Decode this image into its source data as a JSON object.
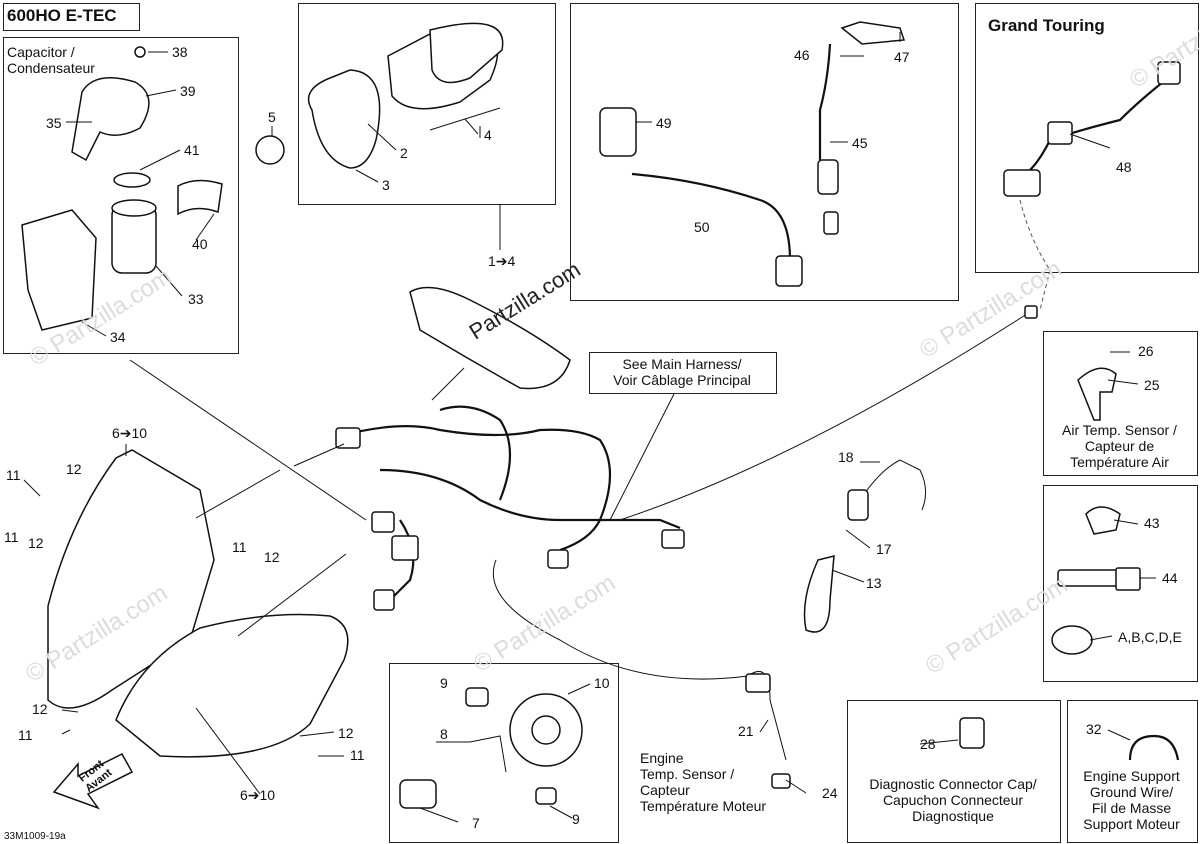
{
  "diagram_code": "600HO E-TEC",
  "footer_code": "33M1009-19a",
  "watermark": "© Partzilla.com",
  "brand": "Partzilla.com",
  "boxes": {
    "capacitor": {
      "title": "Capacitor /\nCondensateur"
    },
    "grand_touring": {
      "title": "Grand Touring"
    },
    "main_harness": {
      "text": "See Main Harness/\nVoir Câblage Principal"
    },
    "air_temp": {
      "text": "Air Temp. Sensor /\nCapteur de\nTempérature Air"
    },
    "diag_cap": {
      "text": "Diagnostic Connector Cap/\nCapuchon Connecteur\nDiagnostique"
    },
    "ground_wire": {
      "text": "Engine Support\nGround Wire/\nFil de Masse\nSupport Moteur"
    },
    "engine_temp": {
      "text": "Engine\nTemp. Sensor /\nCapteur\nTempérature Moteur"
    },
    "front": {
      "text": "Front\nAvant"
    }
  },
  "callouts": {
    "n38": "38",
    "n39": "39",
    "n35": "35",
    "n41": "41",
    "n40": "40",
    "n33": "33",
    "n34": "34",
    "n5": "5",
    "n2": "2",
    "n3": "3",
    "n4": "4",
    "n1to4": "1➔4",
    "n46": "46",
    "n47": "47",
    "n49": "49",
    "n45": "45",
    "n50": "50",
    "n48": "48",
    "n26": "26",
    "n25": "25",
    "n43": "43",
    "n44": "44",
    "nAE": "A,B,C,D,E",
    "n6to10a": "6➔10",
    "n11a": "11",
    "n12a": "12",
    "n11b": "11",
    "n12b": "12",
    "n11c": "11",
    "n12c": "12",
    "n12d": "12",
    "n11d": "11",
    "n12e": "12",
    "n11e": "11",
    "n6to10b": "6➔10",
    "n18": "18",
    "n17": "17",
    "n13": "13",
    "n9a": "9",
    "n10": "10",
    "n8": "8",
    "n7": "7",
    "n9b": "9",
    "n21": "21",
    "n24": "24",
    "n28": "28",
    "n32": "32"
  }
}
